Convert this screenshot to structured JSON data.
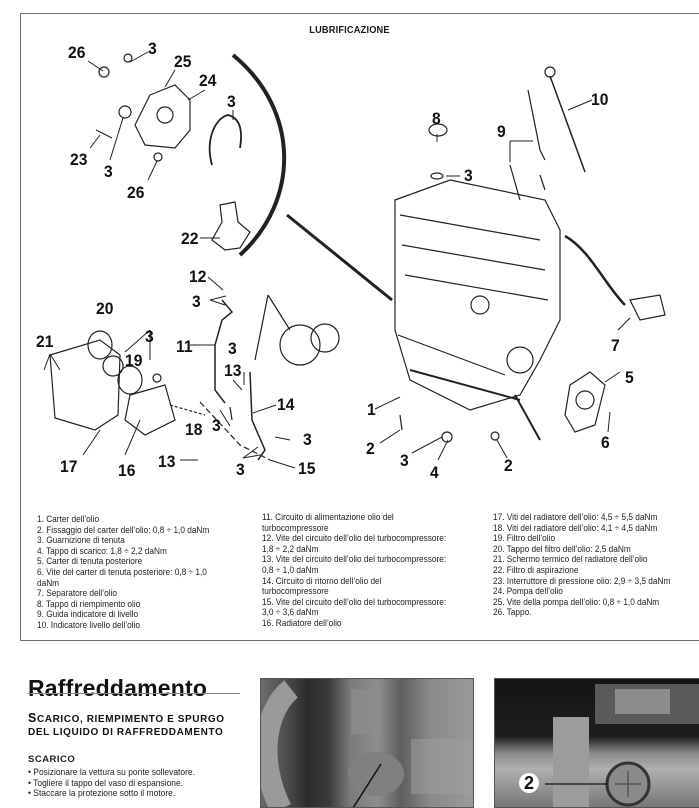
{
  "diagram": {
    "title": "LUBRIFICAZIONE",
    "callouts": [
      {
        "id": "c26a",
        "label": "26"
      },
      {
        "id": "c3a",
        "label": "3"
      },
      {
        "id": "c25",
        "label": "25"
      },
      {
        "id": "c24",
        "label": "24"
      },
      {
        "id": "c3b",
        "label": "3"
      },
      {
        "id": "c23",
        "label": "23"
      },
      {
        "id": "c3c",
        "label": "3"
      },
      {
        "id": "c26b",
        "label": "26"
      },
      {
        "id": "c22",
        "label": "22"
      },
      {
        "id": "c8",
        "label": "8"
      },
      {
        "id": "c3d",
        "label": "3"
      },
      {
        "id": "c9",
        "label": "9"
      },
      {
        "id": "c10",
        "label": "10"
      },
      {
        "id": "c12",
        "label": "12"
      },
      {
        "id": "c3e",
        "label": "3"
      },
      {
        "id": "c20",
        "label": "20"
      },
      {
        "id": "c21",
        "label": "21"
      },
      {
        "id": "c3f",
        "label": "3"
      },
      {
        "id": "c19",
        "label": "19"
      },
      {
        "id": "c11",
        "label": "11"
      },
      {
        "id": "c3g",
        "label": "3"
      },
      {
        "id": "c13a",
        "label": "13"
      },
      {
        "id": "c14",
        "label": "14"
      },
      {
        "id": "c18",
        "label": "18"
      },
      {
        "id": "c3h",
        "label": "3"
      },
      {
        "id": "c17",
        "label": "17"
      },
      {
        "id": "c16",
        "label": "16"
      },
      {
        "id": "c13b",
        "label": "13"
      },
      {
        "id": "c3i",
        "label": "3"
      },
      {
        "id": "c3j",
        "label": "3"
      },
      {
        "id": "c15",
        "label": "15"
      },
      {
        "id": "c1",
        "label": "1"
      },
      {
        "id": "c2a",
        "label": "2"
      },
      {
        "id": "c3k",
        "label": "3"
      },
      {
        "id": "c4",
        "label": "4"
      },
      {
        "id": "c2b",
        "label": "2"
      },
      {
        "id": "c5",
        "label": "5"
      },
      {
        "id": "c6",
        "label": "6"
      },
      {
        "id": "c7",
        "label": "7"
      }
    ]
  },
  "legend": {
    "col1": [
      "1. Carter dell’olio",
      "2. Fissaggio del carter dell’olio: 0,8 ÷ 1,0 daNm",
      "3. Guarnizione di tenuta",
      "4. Tappo di scarico: 1,8 ÷ 2,2 daNm",
      "5. Carter di tenuta posteriore",
      "6. Vite del carter di tenuta posteriore: 0,8 ÷ 1,0",
      "daNm",
      "7. Separatore dell’olio",
      "8. Tappo di riempimento olio",
      "9. Guida indicatore di livello",
      "10. Indicatore livello dell’olio"
    ],
    "col2": [
      "11. Circuito di alimentazione olio del",
      "turbocompressore",
      "12. Vite del circuito dell’olio del turbocompressore:",
      "1,8 ÷ 2,2 daNm",
      "13. Vite del circuito dell’olio del turbocompressore:",
      "0,8 ÷ 1,0 daNm",
      "14. Circuito di ritorno dell’olio del",
      "turbocompressore",
      "15. Vite del circuito dell’olio del turbocompressore:",
      "3,0 ÷ 3,6 daNm",
      "16. Radiatore dell’olio"
    ],
    "col3": [
      "17. Viti del radiatore dell’olio: 4,5 ÷ 5,5 daNm",
      "18. Viti del radiatore dell’olio: 4,1 ÷ 4,5 daNm",
      "19. Filtro dell’olio",
      "20. Tappo del filtro dell’olio: 2,5 daNm",
      "21. Schermo termico del radiatore dell’olio",
      "22. Filtro di aspirazione",
      "23. Interruttore di pressione olio: 2,9 ÷ 3,5 daNm",
      "24. Pompa dell’olio",
      "25. Vite della pompa dell’olio: 0,8 ÷ 1,0 daNm",
      "26. Tappo."
    ]
  },
  "section": {
    "title": "Raffreddamento",
    "subtitle_line1_initial": "S",
    "subtitle_line1_rest": "CARICO, RIEMPIMENTO E SPURGO",
    "subtitle_line2": "DEL LIQUIDO DI RAFFREDDAMENTO",
    "step_heading": "SCARICO",
    "steps": [
      "• Posizionare la vettura su ponte sollevatore.",
      "• Togliere il tappo del vaso di espansione.",
      "• Staccare la protezione sotto il motore."
    ]
  },
  "photos": {
    "photo2_callout": "2"
  }
}
